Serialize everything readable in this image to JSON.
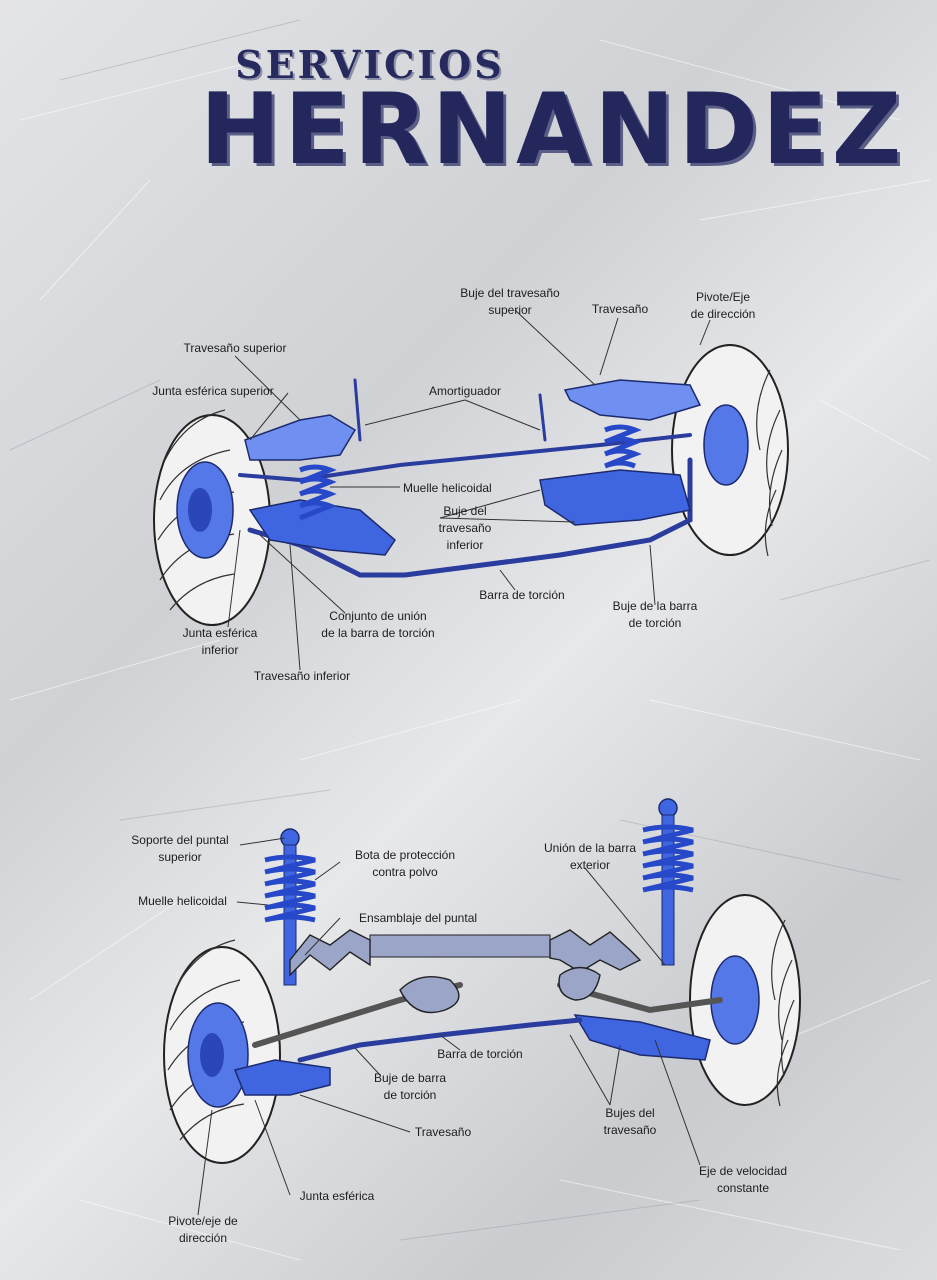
{
  "logo": {
    "line1": "SERVICIOS",
    "line2": "HERNANDEZ"
  },
  "colors": {
    "brand_navy": "#23275c",
    "part_blue": "#3f66e0",
    "background_metal": "#d8d9dc"
  },
  "diagram_top": {
    "labels": {
      "buje_travesano_superior": "Buje del travesaño\nsuperior",
      "travesano": "Travesaño",
      "pivote_eje": "Pivote/Eje\nde dirección",
      "travesano_superior": "Travesaño superior",
      "junta_esferica_superior": "Junta esférica superior",
      "amortiguador": "Amortiguador",
      "muelle_helicoidal": "Muelle helicoidal",
      "buje_travesano_inferior": "Buje del\ntravesaño\ninferior",
      "barra_torcion": "Barra de torción",
      "buje_barra_torcion": "Buje de la barra\nde torción",
      "conjunto_union": "Conjunto de unión\nde la barra de torción",
      "junta_esferica_inferior": "Junta esférica\ninferior",
      "travesano_inferior": "Travesaño inferior"
    }
  },
  "diagram_bottom": {
    "labels": {
      "soporte_puntal": "Soporte del puntal\nsuperior",
      "bota_proteccion": "Bota de protección\ncontra polvo",
      "union_barra_exterior": "Unión de la barra\nexterior",
      "muelle_helicoidal": "Muelle helicoidal",
      "ensamblaje_puntal": "Ensamblaje del puntal",
      "barra_torcion": "Barra de torción",
      "buje_barra_torcion": "Buje de barra\nde torción",
      "travesano": "Travesaño",
      "bujes_travesano": "Bujes del\ntravesaño",
      "eje_velocidad": "Eje de velocidad\nconstante",
      "junta_esferica": "Junta esférica",
      "pivote_eje": "Pivote/eje de\ndirección"
    }
  }
}
